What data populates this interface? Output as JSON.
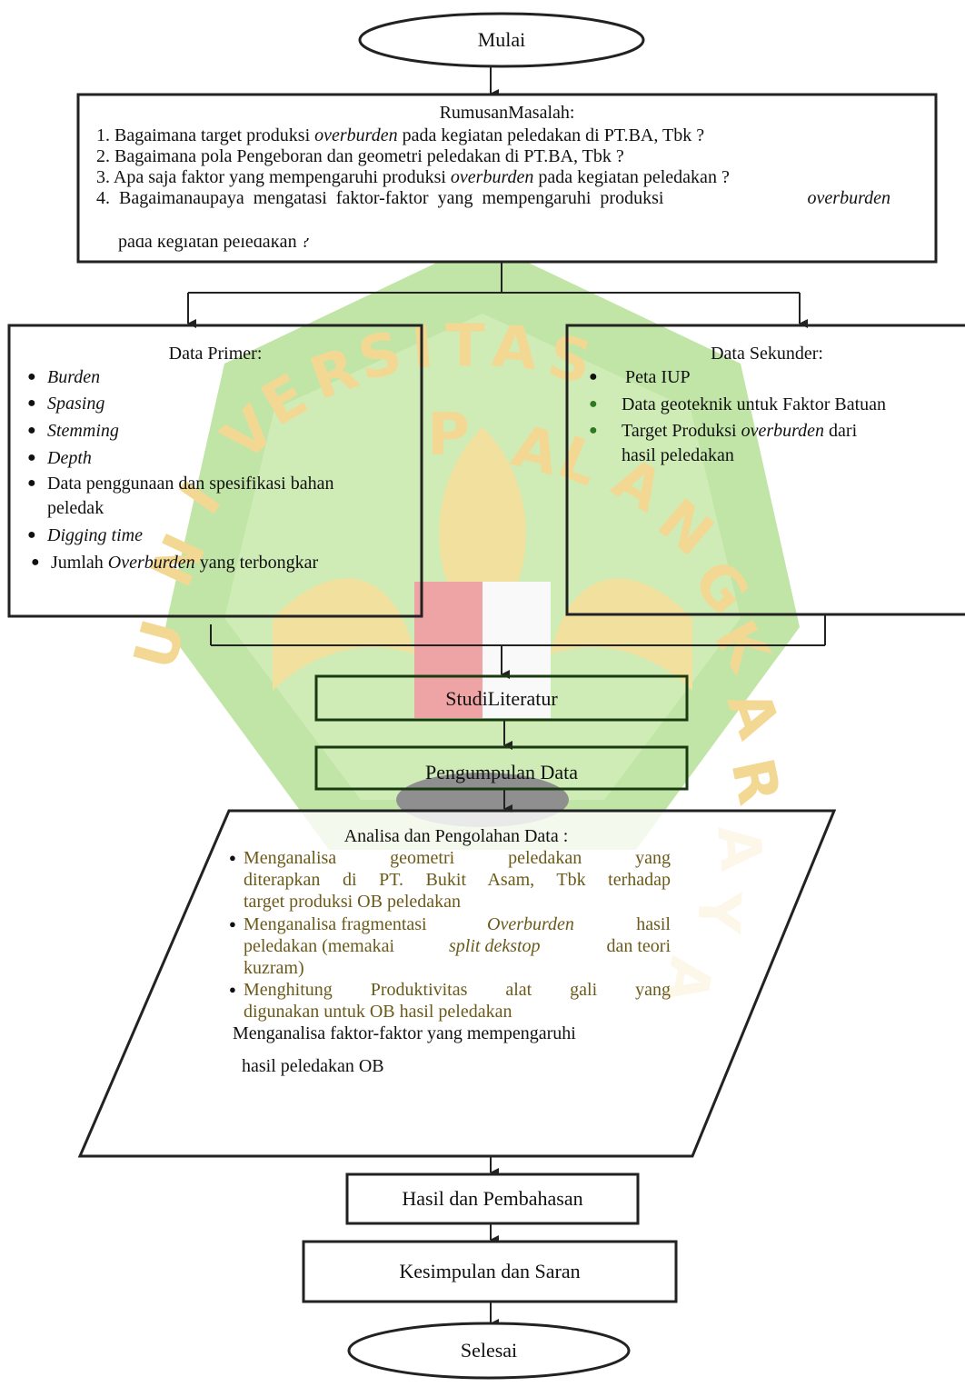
{
  "start": "Mulai",
  "problem": {
    "title": "RumusanMasalah:",
    "q1": {
      "a": "1. Bagaimana target produksi ",
      "b": "overburden",
      "c": " pada kegiatan peledakan di PT.BA, Tbk ?"
    },
    "q2": "2. Bagaimana pola Pengeboran dan geometri peledakan di PT.BA, Tbk ?",
    "q3": {
      "a": "3. Apa saja faktor yang mempengaruhi produksi ",
      "b": "overburden",
      "c": " pada kegiatan peledakan ?"
    },
    "q4": {
      "a": "4. Bagaimanaupaya mengatasi faktor-faktor yang mempengaruhi produksi",
      "b": "overburden"
    },
    "q4_cont": "pada kegiatan peledakan ?"
  },
  "primary": {
    "title": "Data Primer:",
    "items": [
      "Burden",
      "Spasing",
      "Stemming",
      "Depth"
    ],
    "item5": "Data penggunaan dan spesifikasi bahan",
    "item5_cont": "peledak",
    "item6": "Digging time",
    "item7": {
      "a": "Jumlah ",
      "b": "Overburden",
      "c": " yang terbongkar"
    }
  },
  "secondary": {
    "title": "Data Sekunder:",
    "item1": "Peta IUP",
    "item2": "Data geoteknik untuk Faktor Batuan",
    "item3": {
      "a": "Target Produksi ",
      "b": "overburden",
      "c": " dari"
    },
    "item3_cont": "hasil peledakan"
  },
  "study": "StudiLiteratur",
  "collect": "Pengumpulan Data",
  "analysis": {
    "title": "Analisa dan Pengolahan Data :",
    "b1": [
      "Menganalisa geometri peledakan yang",
      "diterapkan di PT. Bukit Asam, Tbk terhadap",
      "target produksi OB peledakan"
    ],
    "b2": {
      "a": "Menganalisa fragmentasi",
      "b": "Overburden",
      "c": "hasil",
      "line2a": "peledakan (memakai",
      "line2b": "split dekstop",
      "line2c": "dan teori",
      "line3": "kuzram)"
    },
    "b3": [
      "Menghitung Produktivitas alat gali yang",
      "digunakan untuk OB hasil peledakan"
    ],
    "tail": [
      "Menganalisa faktor-faktor yang mempengaruhi",
      "hasil peledakan OB"
    ]
  },
  "results": "Hasil dan Pembahasan",
  "conclusion": "Kesimpulan dan Saran",
  "end": "Selesai",
  "watermark": {
    "arc": "UNIVERSITAS PALANGKARAYA",
    "color_green": "#7ec44a",
    "color_gold": "#d9a21b"
  }
}
